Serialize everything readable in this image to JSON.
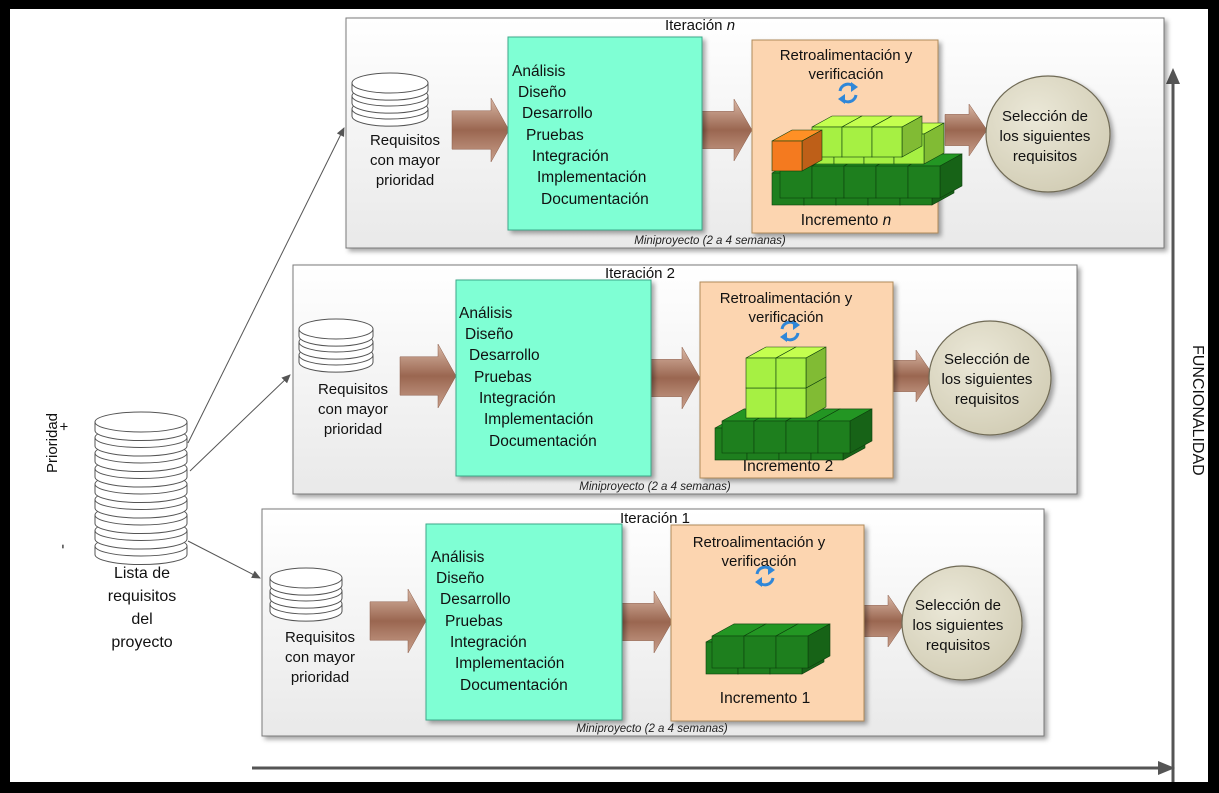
{
  "colors": {
    "background": "#ffffff",
    "panel_fill": "#f2f2f2",
    "activity_box": "#7fffd4",
    "feedback_box": "#fcd5b0",
    "circle": "#ddd9c4",
    "arrow": "#a0705a",
    "cube_dark": "#1e7f1e",
    "cube_light": "#a6f043",
    "cube_orange": "#f47a1f",
    "refresh_icon": "#2f87d8"
  },
  "backlog": {
    "priority_label": "Prioridad",
    "plus": "+",
    "minus": "-",
    "caption_lines": [
      "Lista de",
      "requisitos",
      "del",
      "proyecto"
    ]
  },
  "y_axis_label": "FUNCIONALIDAD",
  "iterations": [
    {
      "title_prefix": "Iteración",
      "title_suffix": "n",
      "requirements_lines": [
        "Requisitos",
        "con mayor",
        "prioridad"
      ],
      "activities": [
        "Análisis",
        "Diseño",
        "Desarrollo",
        "Pruebas",
        "Integración",
        "Implementación",
        "Documentación"
      ],
      "feedback_lines": [
        "Retroalimentación y",
        "verificación"
      ],
      "increment_prefix": "Incremento",
      "increment_suffix": "n",
      "selection_lines": [
        "Selección de",
        "los siguientes",
        "requisitos"
      ],
      "caption": "Miniproyecto (2 a 4 semanas)"
    },
    {
      "title_prefix": "Iteración 2",
      "title_suffix": "",
      "requirements_lines": [
        "Requisitos",
        "con mayor",
        "prioridad"
      ],
      "activities": [
        "Análisis",
        "Diseño",
        "Desarrollo",
        "Pruebas",
        "Integración",
        "Implementación",
        "Documentación"
      ],
      "feedback_lines": [
        "Retroalimentación y",
        "verificación"
      ],
      "increment_prefix": "Incremento 2",
      "increment_suffix": "",
      "selection_lines": [
        "Selección de",
        "los siguientes",
        "requisitos"
      ],
      "caption": "Miniproyecto (2 a 4 semanas)"
    },
    {
      "title_prefix": "Iteración 1",
      "title_suffix": "",
      "requirements_lines": [
        "Requisitos",
        "con mayor",
        "prioridad"
      ],
      "activities": [
        "Análisis",
        "Diseño",
        "Desarrollo",
        "Pruebas",
        "Integración",
        "Implementación",
        "Documentación"
      ],
      "feedback_lines": [
        "Retroalimentación y",
        "verificación"
      ],
      "increment_prefix": "Incremento 1",
      "increment_suffix": "",
      "selection_lines": [
        "Selección de",
        "los siguientes",
        "requisitos"
      ],
      "caption": "Miniproyecto (2 a 4 semanas)"
    }
  ]
}
